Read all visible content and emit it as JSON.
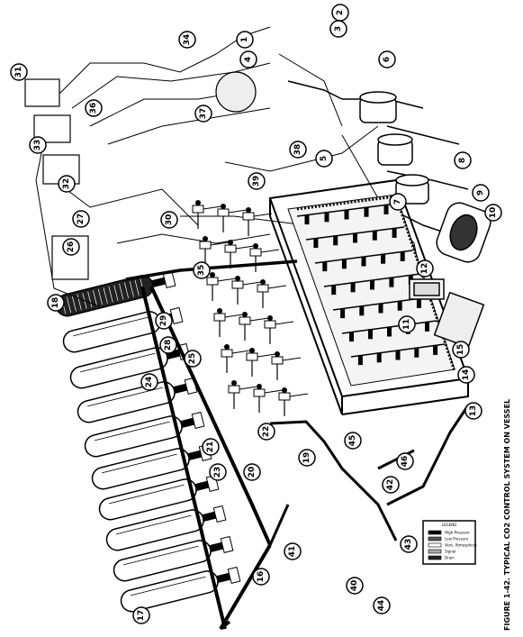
{
  "figure": {
    "caption": "FIGURE 1-42. TYPICAL CO2 CONTROL SYSTEM ON VESSEL",
    "legend_title": "LEGEND",
    "legend_items": [
      "High Pressure",
      "Low Pressure",
      "Vent, Atmosphere",
      "Signal",
      "Drain"
    ]
  },
  "callouts": [
    "1",
    "2",
    "3",
    "4",
    "5",
    "6",
    "7",
    "8",
    "9",
    "10",
    "11",
    "12",
    "13",
    "14",
    "15",
    "16",
    "17",
    "18",
    "19",
    "20",
    "21",
    "22",
    "23",
    "24",
    "25",
    "26",
    "27",
    "28",
    "29",
    "30",
    "31",
    "32",
    "33",
    "34",
    "35",
    "36",
    "37",
    "38",
    "39",
    "40",
    "41",
    "42",
    "43",
    "44",
    "45",
    "46"
  ]
}
